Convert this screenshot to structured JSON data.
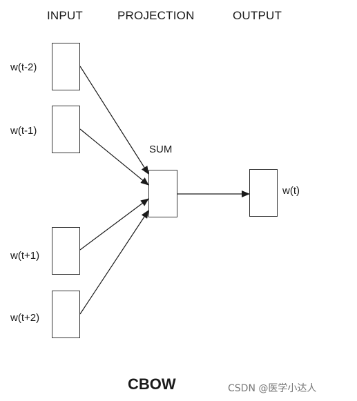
{
  "headers": {
    "input": "INPUT",
    "projection": "PROJECTION",
    "output": "OUTPUT"
  },
  "inputs": [
    {
      "label": "w(t-2)"
    },
    {
      "label": "w(t-1)"
    },
    {
      "label": "w(t+1)"
    },
    {
      "label": "w(t+2)"
    }
  ],
  "projection": {
    "label": "SUM"
  },
  "output": {
    "label": "w(t)"
  },
  "title": "CBOW",
  "credit": "CSDN @医学小达人",
  "colors": {
    "stroke": "#1a1a1a",
    "box_border": "#333333",
    "credit": "#777777"
  }
}
